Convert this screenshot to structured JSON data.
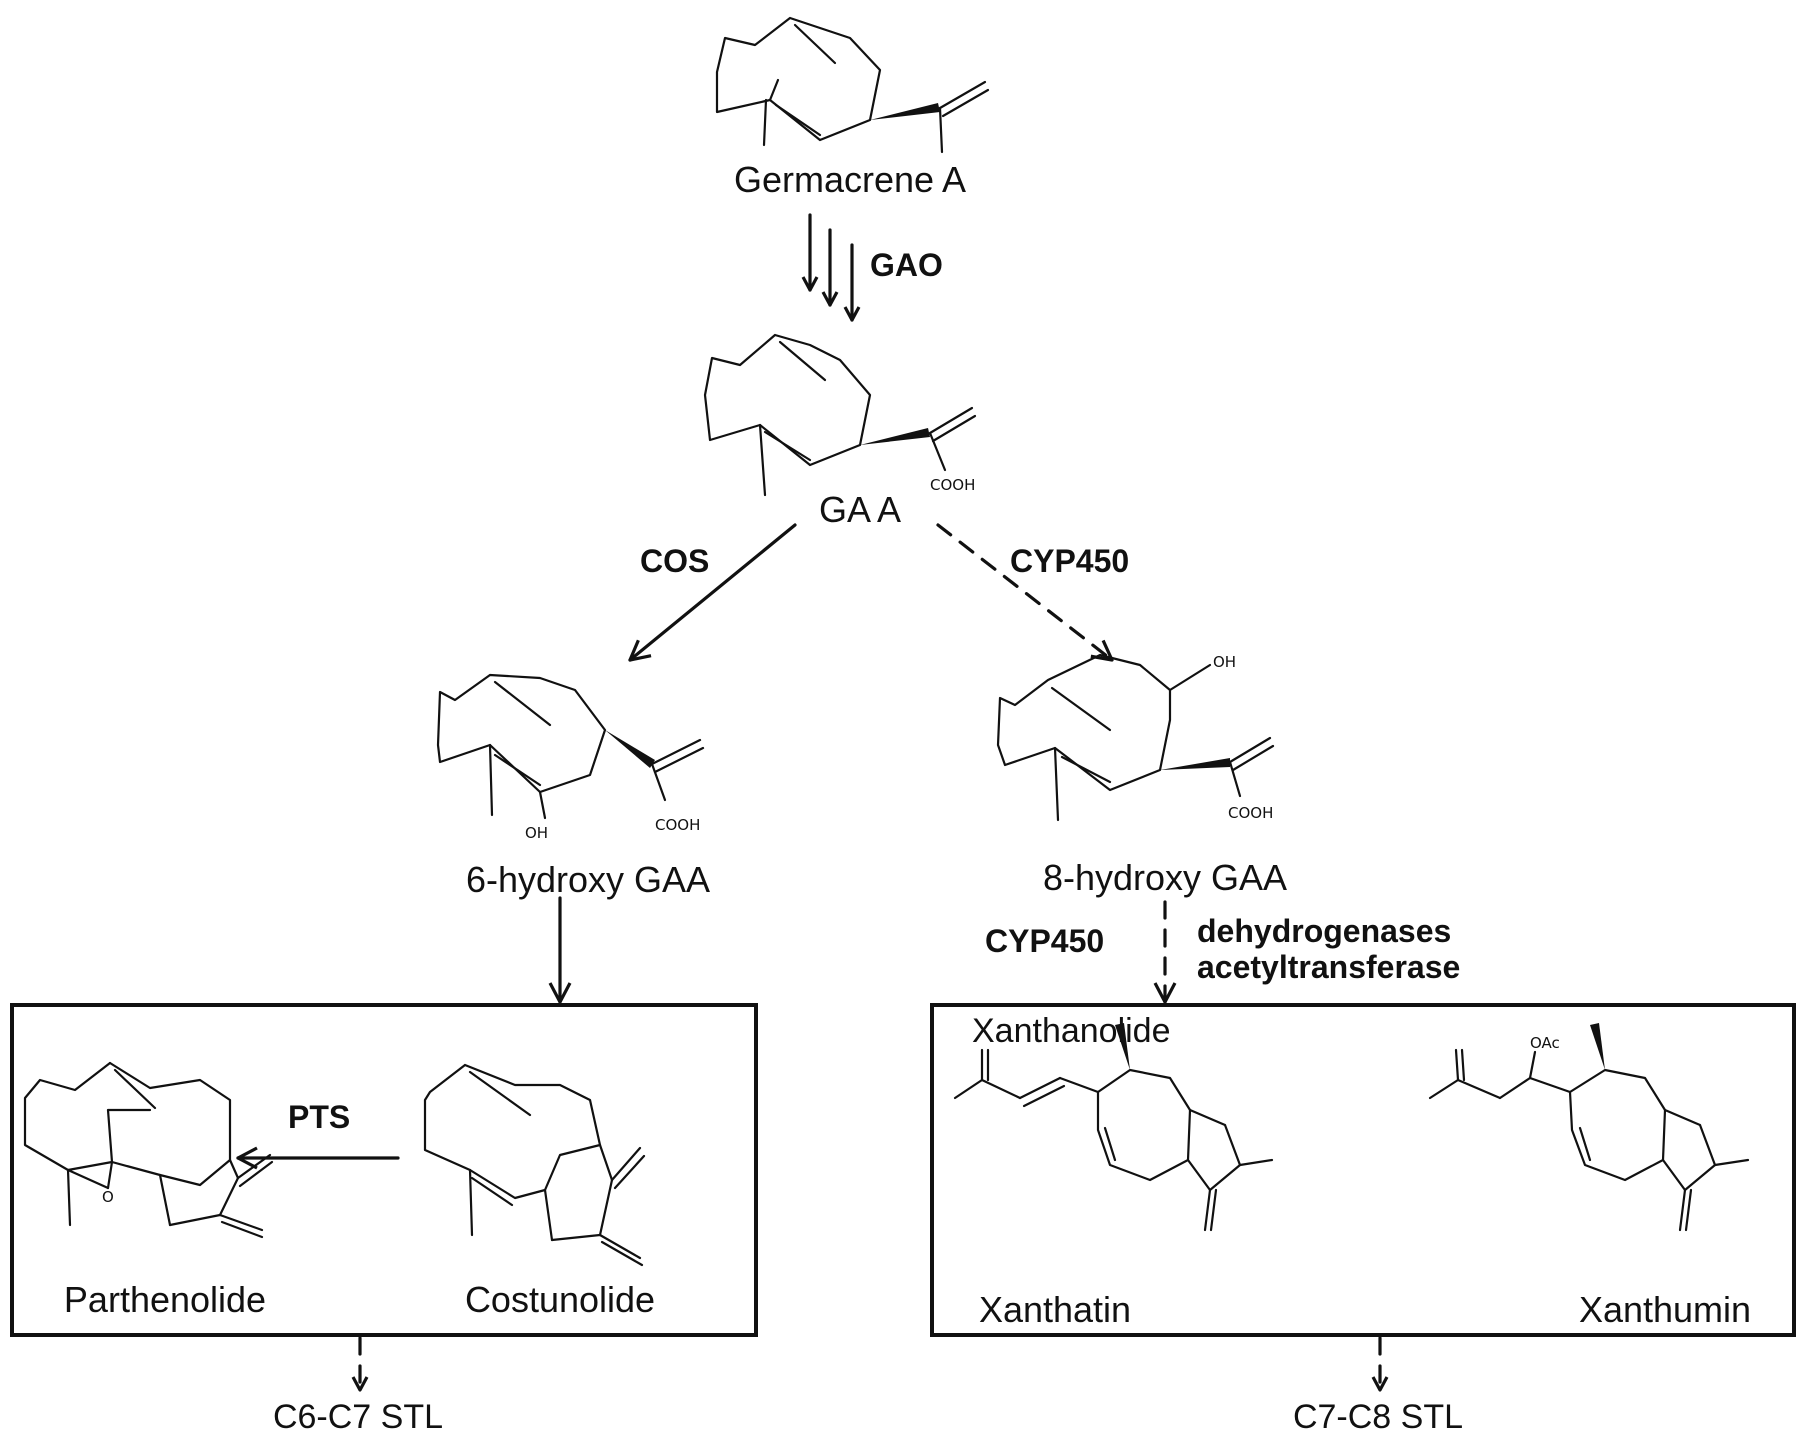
{
  "compounds": {
    "germacrene_a": "Germacrene A",
    "gaa": "GA A",
    "hydroxy6": "6-hydroxy  GAA",
    "hydroxy8": "8-hydroxy  GAA",
    "parthenolide": "Parthenolide",
    "costunolide": "Costunolide",
    "xanthatin": "Xanthatin",
    "xanthumin": "Xanthumin"
  },
  "enzymes": {
    "gao": "GAO",
    "cos": "COS",
    "cyp450_a": "CYP450",
    "cyp450_b": "CYP450",
    "pts": "PTS",
    "dehydrogenases": "dehydrogenases",
    "acetyltransferase": "acetyltransferase"
  },
  "groups": {
    "xanthanolide": "Xanthanolide"
  },
  "products": {
    "c6c7": "C6-C7 STL",
    "c7c8": "C7-C8 STL"
  },
  "atoms": {
    "cooh1": "COOH",
    "cooh2": "COOH",
    "cooh3": "COOH",
    "oh1": "OH",
    "oh2": "OH",
    "oac": "OAc",
    "o": "O"
  }
}
